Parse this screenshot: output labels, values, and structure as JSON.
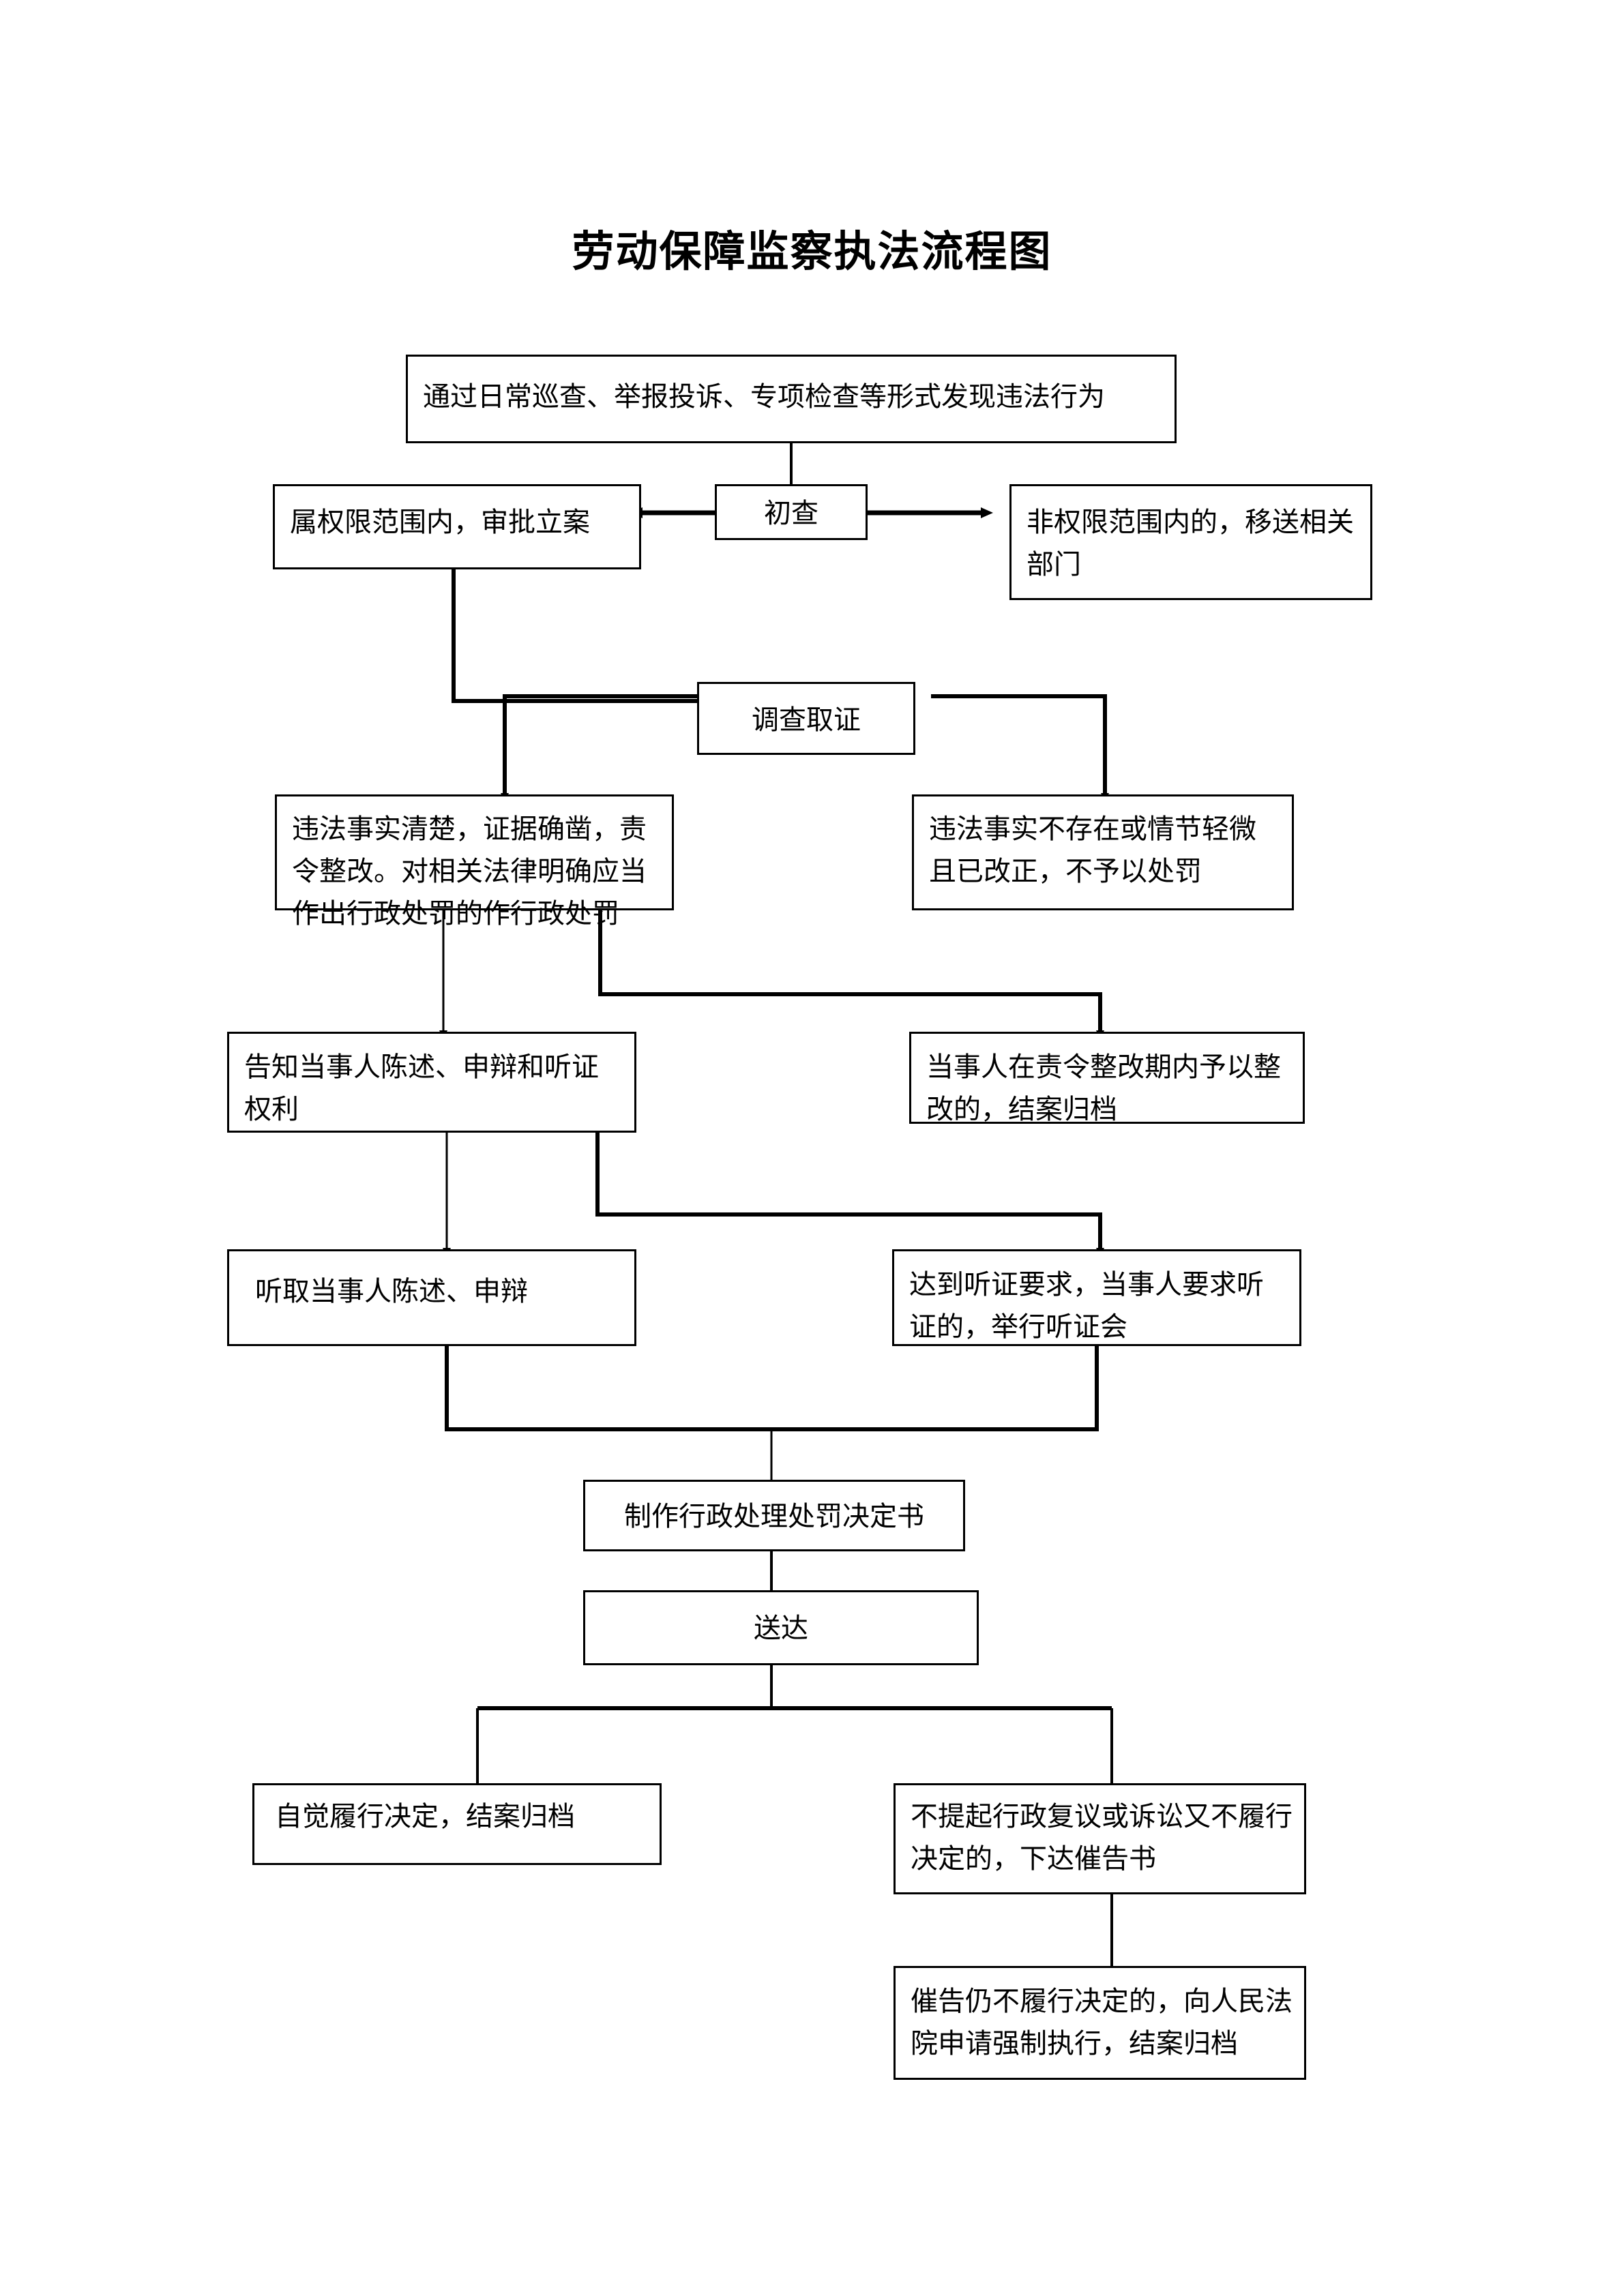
{
  "title": "劳动保障监察执法流程图",
  "chart_data": {
    "type": "diagram",
    "title": "劳动保障监察执法流程图",
    "nodes": [
      {
        "id": "discover",
        "label": "通过日常巡查、举报投诉、专项检查等形式发现违法行为"
      },
      {
        "id": "filing",
        "label": "属权限范围内，审批立案"
      },
      {
        "id": "prelim",
        "label": "初查"
      },
      {
        "id": "transfer",
        "label": "非权限范围内的，移送相关部门"
      },
      {
        "id": "investigate",
        "label": "调查取证"
      },
      {
        "id": "violation",
        "label": "违法事实清楚，证据确凿，责令整改。对相关法律明确应当作出行政处罚的作行政处罚"
      },
      {
        "id": "noviolation",
        "label": "违法事实不存在或情节轻微且已改正，不予以处罚"
      },
      {
        "id": "notify",
        "label": "告知当事人陈述、申辩和听证权利"
      },
      {
        "id": "rectified",
        "label": "当事人在责令整改期内予以整改的，结案归档"
      },
      {
        "id": "hearstate",
        "label": "听取当事人陈述、申辩"
      },
      {
        "id": "hearing",
        "label": "达到听证要求，当事人要求听证的，举行听证会"
      },
      {
        "id": "decision",
        "label": "制作行政处理处罚决定书"
      },
      {
        "id": "serve",
        "label": "送达"
      },
      {
        "id": "voluntary",
        "label": "自觉履行决定，结案归档"
      },
      {
        "id": "urge",
        "label": "不提起行政复议或诉讼又不履行决定的，下达催告书"
      },
      {
        "id": "enforce",
        "label": "催告仍不履行决定的，向人民法院申请强制执行，结案归档"
      }
    ],
    "edges": [
      {
        "from": "discover",
        "to": "prelim",
        "style": "arrow-down"
      },
      {
        "from": "prelim",
        "to": "filing",
        "style": "arrow-left"
      },
      {
        "from": "prelim",
        "to": "transfer",
        "style": "arrow-right"
      },
      {
        "from": "filing",
        "to": "investigate",
        "style": "elbow-down"
      },
      {
        "from": "investigate",
        "to": "violation",
        "style": "elbow-down-left"
      },
      {
        "from": "investigate",
        "to": "noviolation",
        "style": "elbow-down-right"
      },
      {
        "from": "violation",
        "to": "notify",
        "style": "arrow-down"
      },
      {
        "from": "violation",
        "to": "rectified",
        "style": "elbow-down-right"
      },
      {
        "from": "notify",
        "to": "hearstate",
        "style": "arrow-down"
      },
      {
        "from": "notify",
        "to": "hearing",
        "style": "elbow-down-right"
      },
      {
        "from": "hearstate",
        "to": "decision",
        "style": "merge-down"
      },
      {
        "from": "hearing",
        "to": "decision",
        "style": "merge-down"
      },
      {
        "from": "decision",
        "to": "serve",
        "style": "arrow-down"
      },
      {
        "from": "serve",
        "to": "voluntary",
        "style": "split-down-left"
      },
      {
        "from": "serve",
        "to": "urge",
        "style": "split-down-right"
      },
      {
        "from": "urge",
        "to": "enforce",
        "style": "arrow-down"
      }
    ],
    "colors": {
      "line": "#000000",
      "box_border": "#000000",
      "box_fill": "#ffffff",
      "text": "#000000"
    }
  }
}
